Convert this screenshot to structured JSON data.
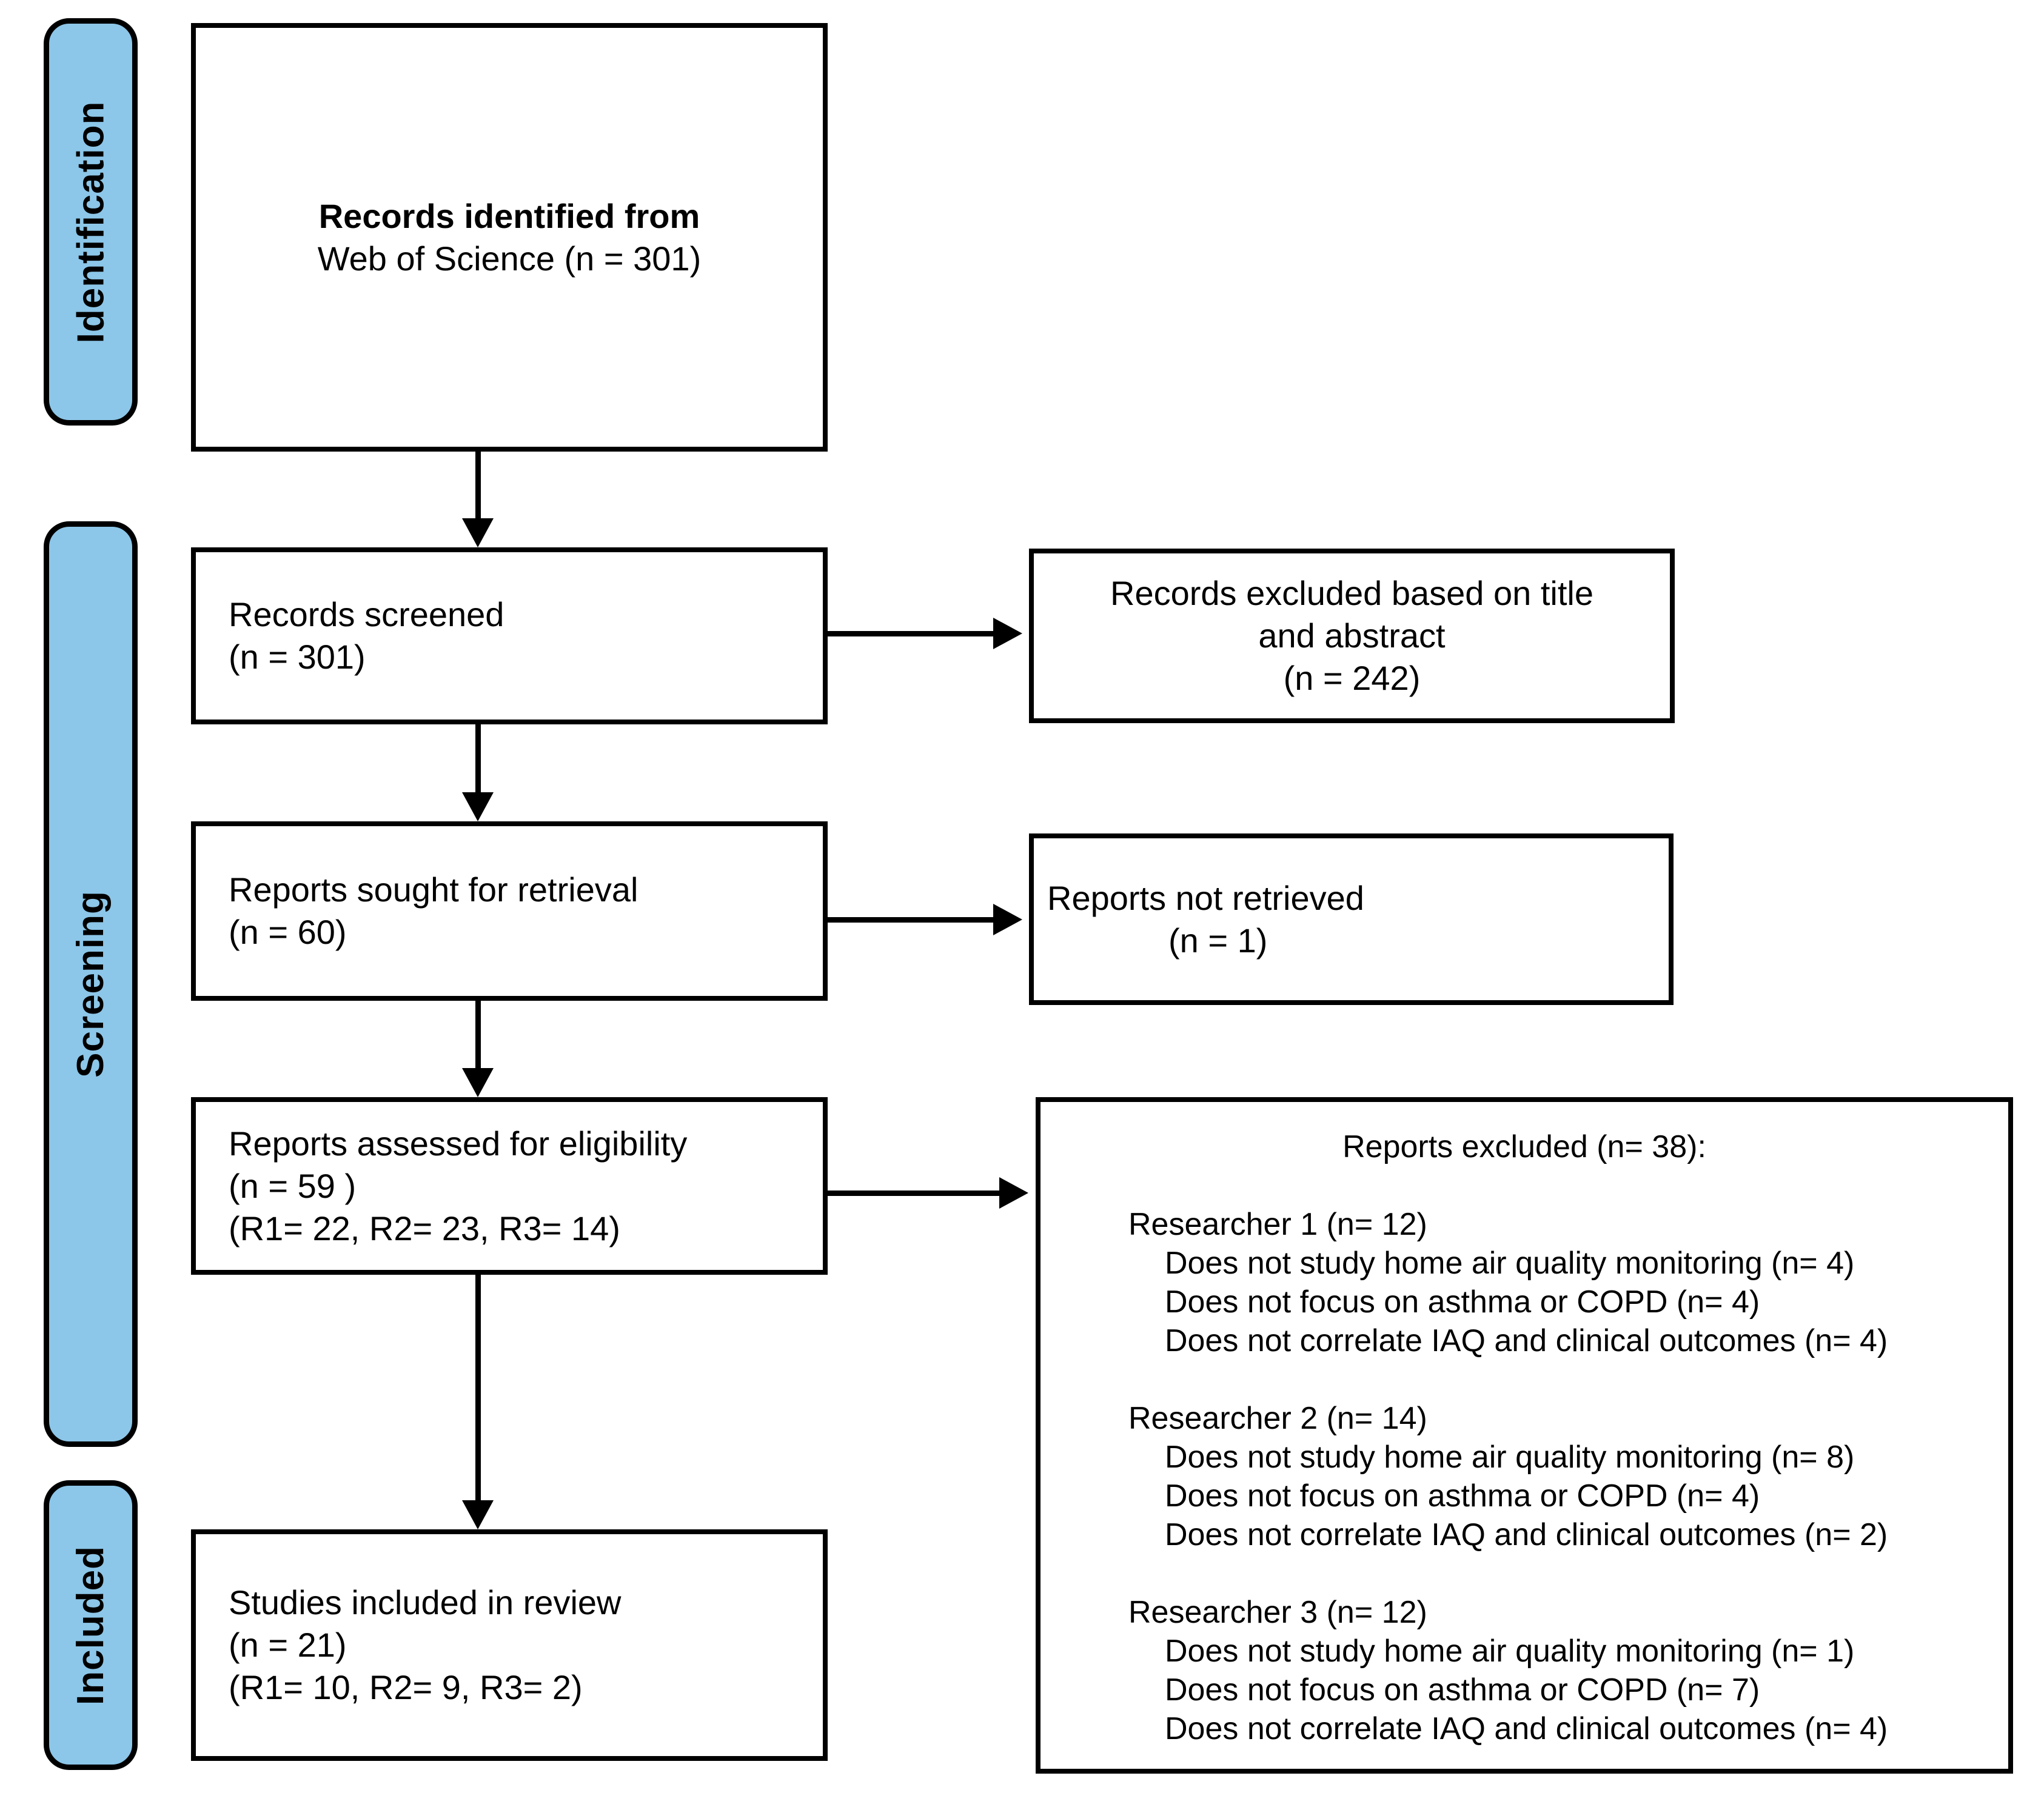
{
  "sidebar": {
    "identification_label": "Identification",
    "screening_label": "Screening",
    "included_label": "Included"
  },
  "colors": {
    "stage_fill": "#8CC6E8",
    "line_color": "#000000",
    "background": "#FFFFFF"
  },
  "boxes": {
    "records_identified": {
      "line1": "Records identified from",
      "line2": "Web of Science (n = 301)"
    },
    "records_screened": {
      "line1": "Records screened",
      "line2": "(n = 301)"
    },
    "records_excluded": {
      "line1": "Records excluded based on title",
      "line2": "and abstract",
      "line3": "(n = 242)"
    },
    "reports_sought": {
      "line1": "Reports sought for retrieval",
      "line2": "(n = 60)"
    },
    "reports_not_retrieved": {
      "line1": "Reports not retrieved",
      "line2": "(n = 1)"
    },
    "reports_assessed": {
      "line1": "Reports assessed for eligibility",
      "line2": "(n = 59 )",
      "line3": "(R1= 22, R2= 23, R3= 14)"
    },
    "reports_excluded_detail": {
      "title": "Reports excluded (n= 38):",
      "groups": [
        {
          "header": "Researcher 1 (n= 12)",
          "items": [
            "Does not study home air quality monitoring (n= 4)",
            "Does not focus on asthma or COPD (n= 4)",
            "Does not correlate IAQ and clinical outcomes (n= 4)"
          ]
        },
        {
          "header": "Researcher 2 (n= 14)",
          "items": [
            "Does not study home air quality monitoring (n= 8)",
            "Does not focus on asthma or COPD (n= 4)",
            "Does not correlate IAQ and clinical outcomes (n= 2)"
          ]
        },
        {
          "header": "Researcher 3 (n= 12)",
          "items": [
            "Does not study home air quality monitoring (n= 1)",
            "Does not focus on asthma or COPD (n= 7)",
            "Does not correlate IAQ and clinical outcomes (n= 4)"
          ]
        }
      ]
    },
    "studies_included": {
      "line1": "Studies included in review",
      "line2": "(n = 21)",
      "line3": "(R1= 10, R2= 9, R3= 2)"
    }
  }
}
